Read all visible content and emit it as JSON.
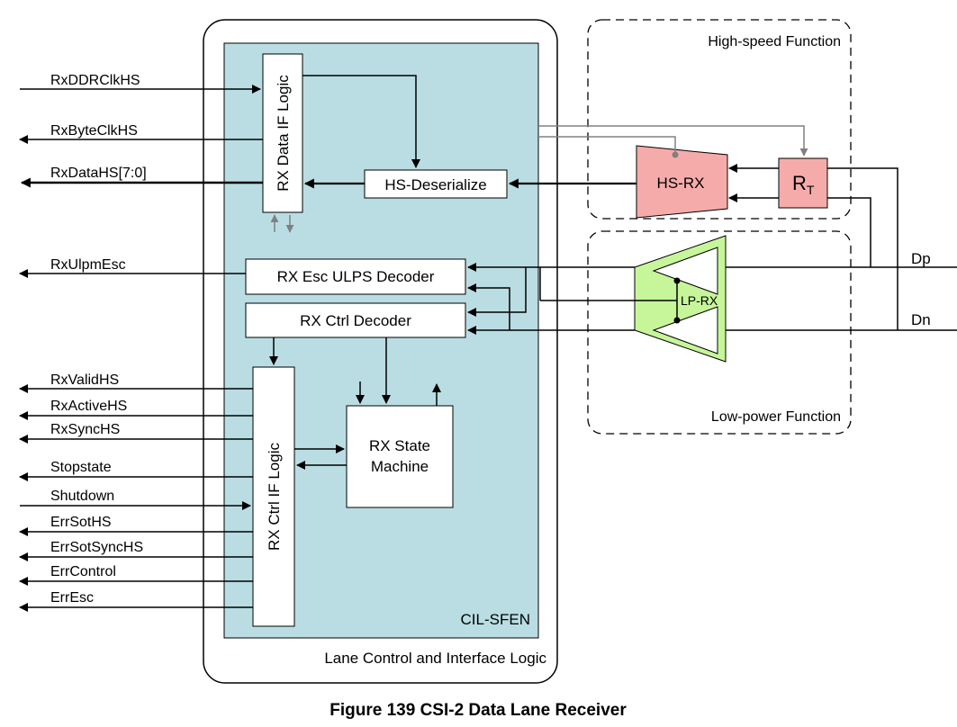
{
  "caption": "Figure 139 CSI-2 Data Lane Receiver",
  "outer_box_label": "Lane Control and Interface Logic",
  "core_box_label": "CIL-SFEN",
  "blocks": {
    "rx_data_if": "RX Data IF Logic",
    "hs_deserialize": "HS-Deserialize",
    "esc_ulps_decoder": "RX Esc ULPS Decoder",
    "ctrl_decoder": "RX Ctrl Decoder",
    "ctrl_if": "RX Ctrl IF Logic",
    "state_machine_line1": "RX State",
    "state_machine_line2": "Machine",
    "hs_rx": "HS-RX",
    "rt_main": "R",
    "rt_sub": "T",
    "lp_rx": "LP-RX"
  },
  "function_groups": {
    "high_speed": "High-speed Function",
    "low_power": "Low-power Function"
  },
  "signals": {
    "rx_ddr_clk_hs": "RxDDRClkHS",
    "rx_byte_clk_hs": "RxByteClkHS",
    "rx_data_hs": "RxDataHS[7:0]",
    "rx_ulpm_esc": "RxUlpmEsc",
    "rx_valid_hs": "RxValidHS",
    "rx_active_hs": "RxActiveHS",
    "rx_sync_hs": "RxSyncHS",
    "stopstate": "Stopstate",
    "shutdown": "Shutdown",
    "err_sot_hs": "ErrSotHS",
    "err_sot_sync_hs": "ErrSotSyncHS",
    "err_control": "ErrControl",
    "err_esc": "ErrEsc"
  },
  "pins": {
    "dp": "Dp",
    "dn": "Dn"
  },
  "colors": {
    "core_fill": "#b9dde3",
    "hs_fill": "#f6abab",
    "lp_fill": "#c6f59a",
    "gray_wire": "#808080"
  }
}
